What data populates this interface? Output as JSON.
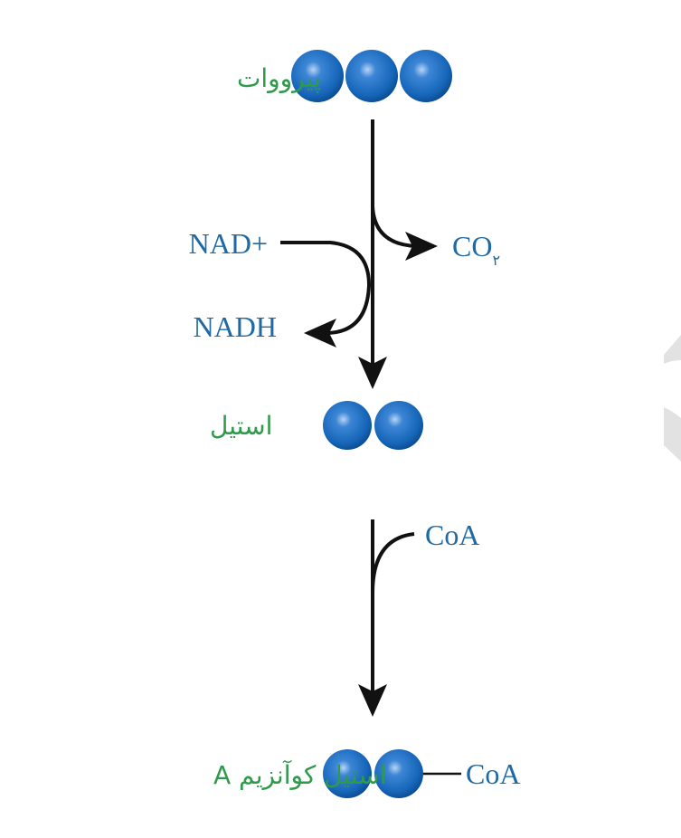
{
  "colors": {
    "molecule": "#1565b8",
    "label_en": "#1f6aa5",
    "label_fa": "#2e9a4a",
    "arrow": "#111111",
    "watermark": "#e2e2e2"
  },
  "stages": {
    "pyruvate": {
      "label": "پیرووات",
      "carbons": 3
    },
    "acetyl": {
      "label": "استیل",
      "carbons": 2
    },
    "acetyl_coa": {
      "label": "استیل کوآنزیم A",
      "carbons": 2,
      "attached": "CoA"
    }
  },
  "reactants": {
    "nad_plus": "NAD+",
    "nadh": "NADH",
    "co2": "CO",
    "co2_sub": "۲",
    "coa": "CoA"
  }
}
